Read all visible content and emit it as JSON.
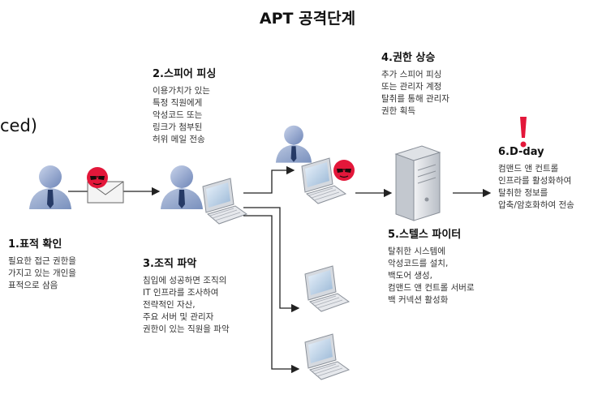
{
  "title": "APT 공격단계",
  "left_fragment": "ced)",
  "colors": {
    "arrow": "#222222",
    "person_head": "#6f86b8",
    "person_body": "#8fa3c9",
    "tie": "#263a66",
    "hacker": "#e3173a",
    "alert": "#e3173a",
    "computer": "#c7ccd3"
  },
  "steps": [
    {
      "heading": "1.표적 확인",
      "text": "필요한 접근 권한을\n가지고 있는 개인을\n표적으로 삼음"
    },
    {
      "heading": "2.스피어 피싱",
      "text": "이용가치가 있는\n특정 직원에게\n악성코드 또는\n링크가 첨부된\n허위 메일 전송"
    },
    {
      "heading": "3.조직 파악",
      "text": "침입에 성공하면 조직의\nIT 인프라를 조사하여\n전략적인 자산,\n주요 서버 및 관리자\n권한이 있는 직원을 파악"
    },
    {
      "heading": "4.권한 상승",
      "text": "추가 스피어 피싱\n또는 관리자 계정\n탈취를 통해 관리자\n권한 획득"
    },
    {
      "heading": "5.스텔스 파이터",
      "text": "탈취한 시스템에\n악성코드를 설치,\n백도어 생성,\n컴맨드 앤 컨트롤 서버로\n백 커넥션 활성화"
    },
    {
      "heading": "6.D-day",
      "text": "컴맨드 앤 컨트롤\n인프라를 활성화하여\n탈취한 정보를\n압축/암호화하여 전송"
    }
  ],
  "alert_symbol": "!"
}
